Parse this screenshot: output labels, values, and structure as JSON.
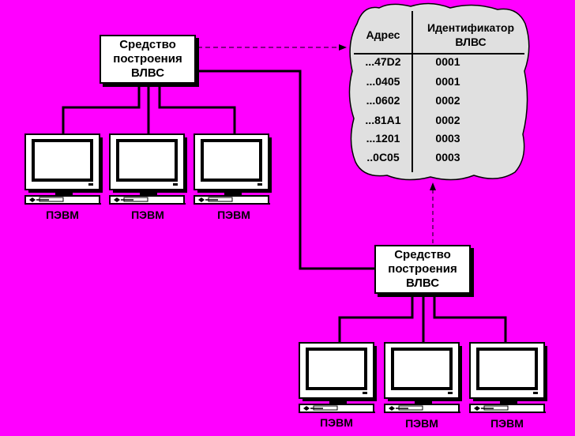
{
  "colors": {
    "background": "#ff00ff",
    "box_fill": "#ffffff",
    "table_fill": "#e0e0e0",
    "line": "#000000"
  },
  "builder_top": {
    "line1": "Средство",
    "line2": "построения",
    "line3": "ВЛВС"
  },
  "builder_bottom": {
    "line1": "Средство",
    "line2": "построения",
    "line3": "ВЛВС"
  },
  "table": {
    "col_address": "Адрес",
    "col_id_line1": "Идентификатор",
    "col_id_line2": "ВЛВС",
    "rows": [
      {
        "address": "...47D2",
        "id": "0001"
      },
      {
        "address": "...0405",
        "id": "0001"
      },
      {
        "address": "...0602",
        "id": "0002"
      },
      {
        "address": "...81A1",
        "id": "0002"
      },
      {
        "address": "...1201",
        "id": "0003"
      },
      {
        "address": "..0C05",
        "id": "0003"
      }
    ]
  },
  "pcs_top": [
    "ПЭВМ",
    "ПЭВМ",
    "ПЭВМ"
  ],
  "pcs_bottom": [
    "ПЭВМ",
    "ПЭВМ",
    "ПЭВМ"
  ],
  "icons": {
    "computer": "computer-icon",
    "table_cloud": "cloud-shape"
  }
}
